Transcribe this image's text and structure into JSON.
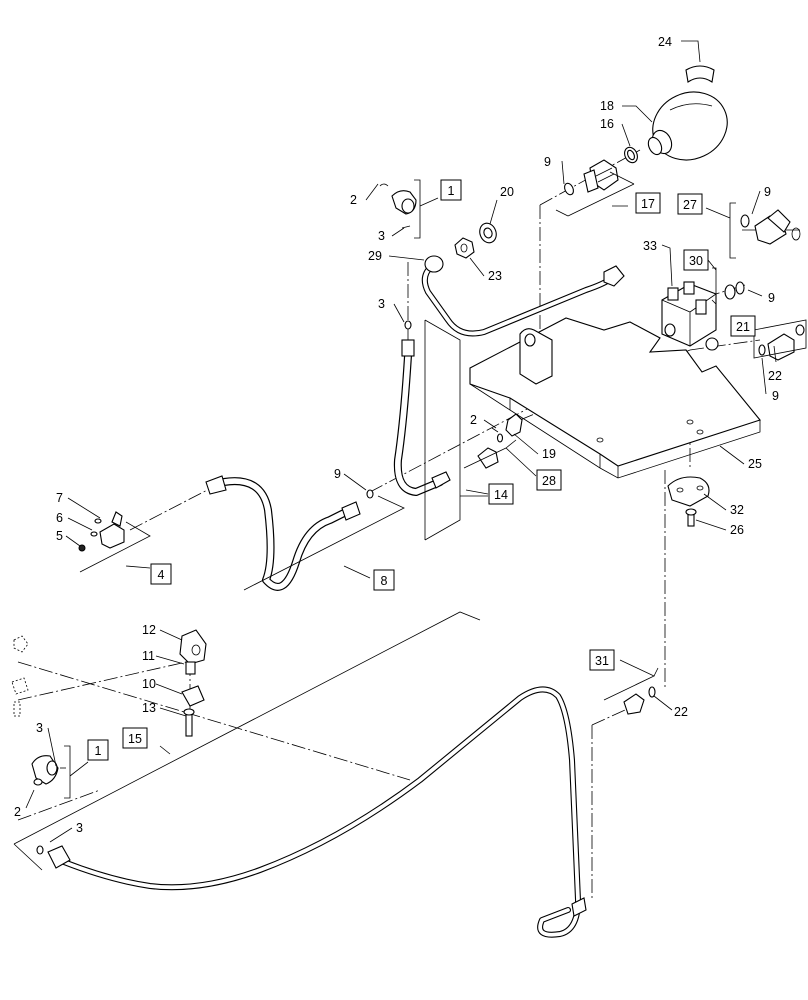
{
  "callouts": [
    {
      "id": "c24",
      "text": "24"
    },
    {
      "id": "c18",
      "text": "18"
    },
    {
      "id": "c16",
      "text": "16"
    },
    {
      "id": "c9a",
      "text": "9"
    },
    {
      "id": "c2a",
      "text": "2"
    },
    {
      "id": "c3a",
      "text": "3"
    },
    {
      "id": "c20",
      "text": "20"
    },
    {
      "id": "c29",
      "text": "29"
    },
    {
      "id": "c23",
      "text": "23"
    },
    {
      "id": "c3b",
      "text": "3"
    },
    {
      "id": "c9b",
      "text": "9"
    },
    {
      "id": "c33",
      "text": "33"
    },
    {
      "id": "c9c",
      "text": "9"
    },
    {
      "id": "c22a",
      "text": "22"
    },
    {
      "id": "c9d",
      "text": "9"
    },
    {
      "id": "c2b",
      "text": "2"
    },
    {
      "id": "c19",
      "text": "19"
    },
    {
      "id": "c25",
      "text": "25"
    },
    {
      "id": "c7",
      "text": "7"
    },
    {
      "id": "c6",
      "text": "6"
    },
    {
      "id": "c5",
      "text": "5"
    },
    {
      "id": "c9e",
      "text": "9"
    },
    {
      "id": "c32",
      "text": "32"
    },
    {
      "id": "c26",
      "text": "26"
    },
    {
      "id": "c12",
      "text": "12"
    },
    {
      "id": "c11",
      "text": "11"
    },
    {
      "id": "c10",
      "text": "10"
    },
    {
      "id": "c13",
      "text": "13"
    },
    {
      "id": "c22b",
      "text": "22"
    },
    {
      "id": "c3c",
      "text": "3"
    },
    {
      "id": "c2c",
      "text": "2"
    },
    {
      "id": "c3d",
      "text": "3"
    }
  ],
  "boxed_callouts": [
    {
      "id": "b1a",
      "text": "1"
    },
    {
      "id": "b17",
      "text": "17"
    },
    {
      "id": "b27",
      "text": "27"
    },
    {
      "id": "b30",
      "text": "30"
    },
    {
      "id": "b21",
      "text": "21"
    },
    {
      "id": "b28",
      "text": "28"
    },
    {
      "id": "b14",
      "text": "14"
    },
    {
      "id": "b4",
      "text": "4"
    },
    {
      "id": "b8",
      "text": "8"
    },
    {
      "id": "b31",
      "text": "31"
    },
    {
      "id": "b15",
      "text": "15"
    },
    {
      "id": "b1b",
      "text": "1"
    }
  ]
}
